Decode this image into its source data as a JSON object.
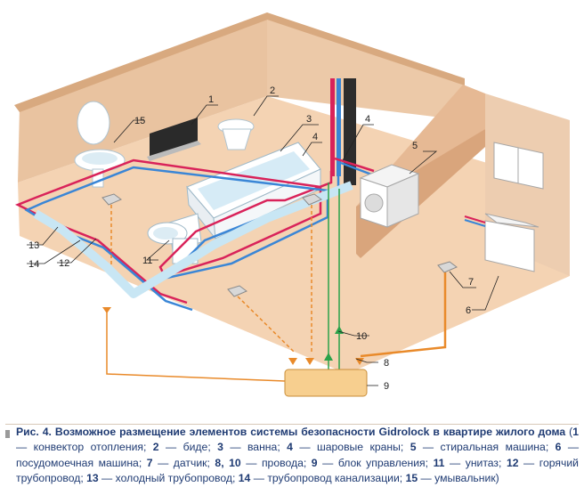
{
  "labels": {
    "n1": "1",
    "n2": "2",
    "n3": "3",
    "n4a": "4",
    "n4b": "4",
    "n5": "5",
    "n6": "6",
    "n7": "7",
    "n8": "8",
    "n9": "9",
    "n10": "10",
    "n11": "11",
    "n12": "12",
    "n13": "13",
    "n14": "14",
    "n15": "15"
  },
  "caption": {
    "title": "Рис. 4. Возможное размещение элементов системы безопасности Gidrolock в квартире жилого дома",
    "items": [
      {
        "num": "1",
        "text": "конвектор отопления"
      },
      {
        "num": "2",
        "text": "биде"
      },
      {
        "num": "3",
        "text": "ванна"
      },
      {
        "num": "4",
        "text": "шаровые краны"
      },
      {
        "num": "5",
        "text": "стиральная машина"
      },
      {
        "num": "6",
        "text": "посудомоечная машина"
      },
      {
        "num": "7",
        "text": "датчик"
      },
      {
        "num": "8, 10",
        "text": "провода"
      },
      {
        "num": "9",
        "text": "блок управления"
      },
      {
        "num": "11",
        "text": "унитаз"
      },
      {
        "num": "12",
        "text": "горячий трубопровод"
      },
      {
        "num": "13",
        "text": "холодный трубопровод"
      },
      {
        "num": "14",
        "text": "трубопровод канализации"
      },
      {
        "num": "15",
        "text": "умывальник"
      }
    ]
  },
  "colors": {
    "floor": "#f4d3b3",
    "wall": "#e9c3a0",
    "wall_top": "#d8a97f",
    "hot_pipe": "#d9235a",
    "cold_pipe": "#3a86d6",
    "sewer_pipe": "#c8e6f4",
    "wire_orange": "#e98a2a",
    "wire_green": "#2aa24a",
    "control_unit": "#f7cf8f",
    "caption_text": "#1f3b73"
  }
}
